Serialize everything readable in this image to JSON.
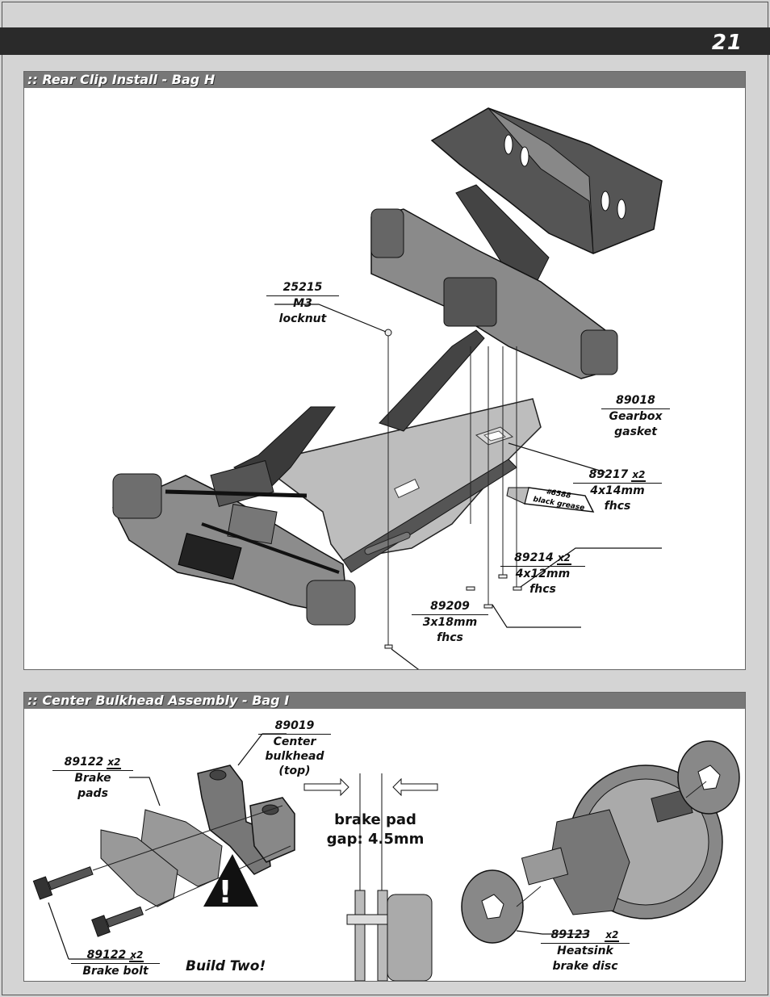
{
  "page": {
    "number": "21"
  },
  "rear_clip": {
    "title": ":: Rear Clip Install - Bag H",
    "grease": {
      "number": "#6588",
      "name": "black grease"
    },
    "parts": [
      {
        "number": "25215",
        "lines": [
          "M3",
          "locknut"
        ],
        "qty": ""
      },
      {
        "number": "89018",
        "lines": [
          "Gearbox",
          "gasket"
        ],
        "qty": ""
      },
      {
        "number": "89217",
        "lines": [
          "4x14mm",
          "fhcs"
        ],
        "qty": "x2"
      },
      {
        "number": "89214",
        "lines": [
          "4x12mm",
          "fhcs"
        ],
        "qty": "x2"
      },
      {
        "number": "89209",
        "lines": [
          "3x18mm",
          "fhcs"
        ],
        "qty": ""
      }
    ]
  },
  "center_bulkhead": {
    "title": ":: Center Bulkhead Assembly - Bag I",
    "gap_note": {
      "line1": "brake pad",
      "line2": "gap: 4.5mm"
    },
    "build_note": "Build Two!",
    "parts": [
      {
        "number": "89019",
        "lines": [
          "Center",
          "bulkhead",
          "(top)"
        ],
        "qty": ""
      },
      {
        "number": "89122",
        "lines": [
          "Brake",
          "pads"
        ],
        "qty": "x2"
      },
      {
        "number": "89122",
        "lines": [
          "Brake bolt"
        ],
        "qty": "x2"
      },
      {
        "number": "89123",
        "lines": [
          "Heatsink",
          "brake disc"
        ],
        "qty": "x2"
      }
    ]
  }
}
